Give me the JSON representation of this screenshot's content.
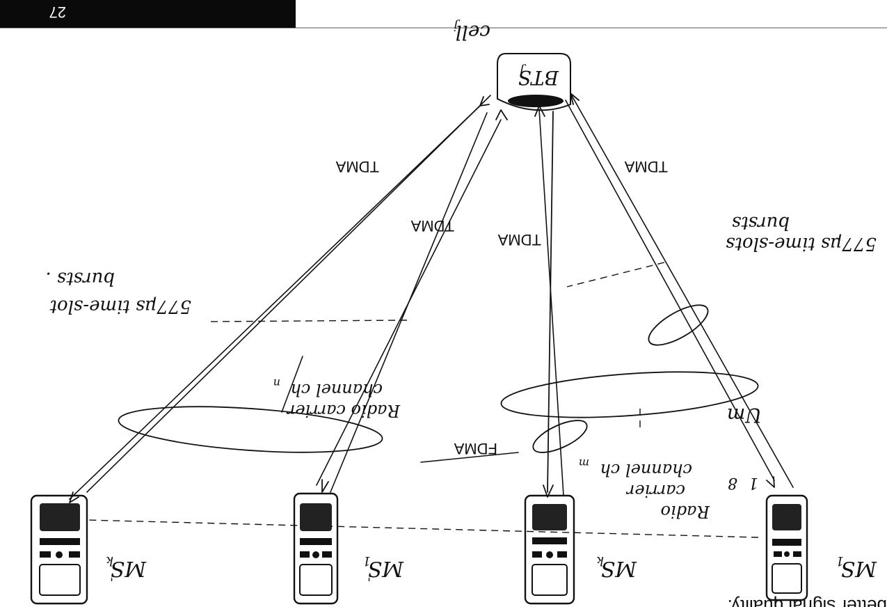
{
  "header": {
    "page_number": "27",
    "top_caption": "better signal quality."
  },
  "bts": {
    "label": "BTS",
    "subscript": "j",
    "cell_label": "cell",
    "cell_subscript": "j"
  },
  "mobiles": [
    {
      "label": "MS",
      "subscript": "1",
      "superscript": ""
    },
    {
      "label": "MS",
      "subscript": "k",
      "superscript": ""
    },
    {
      "label": "MS",
      "subscript": "1",
      "superscript": "'"
    },
    {
      "label": "MS",
      "subscript": "k",
      "superscript": "'"
    }
  ],
  "labels": {
    "um": "Um",
    "radio_carrier_left_1": "Radio",
    "radio_carrier_left_2": "carrier",
    "radio_carrier_left_3": "channel ch",
    "radio_carrier_left_3_sub": "m",
    "slot_1": "1",
    "slot_8": "8",
    "fdma": "FDMA",
    "radio_carrier_right_1": "Radio carrier",
    "radio_carrier_right_2": "channel ch",
    "radio_carrier_right_2_sub": "n",
    "timeslots_left_1": "577μs time-slots",
    "timeslots_left_2": "bursts",
    "timeslots_right_1": "577μs time-slot",
    "timeslots_right_2": "bursts .",
    "tdma_1": "TDMA",
    "tdma_2": "TDMA",
    "tdma_3": "TDMA",
    "tdma_4": "TDMA"
  }
}
